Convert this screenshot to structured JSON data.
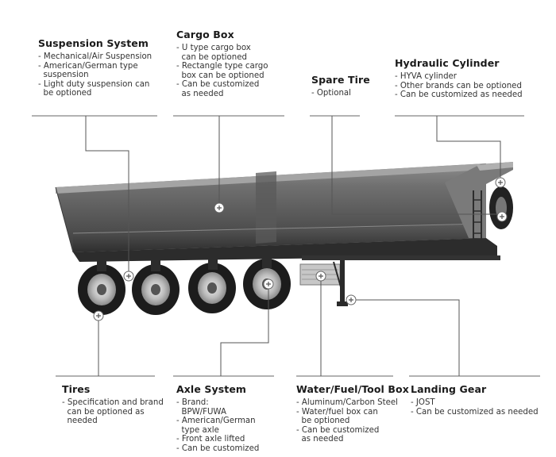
{
  "callouts": {
    "suspension": {
      "title": "Suspension System",
      "items": [
        "- Mechanical/Air Suspension",
        "- American/German type",
        "  suspension",
        "- Light duty suspension can",
        "  be optioned"
      ]
    },
    "cargo_box": {
      "title": "Cargo Box",
      "items": [
        "- U type cargo box",
        "  can be optioned",
        "- Rectangle type cargo",
        "  box can be optioned",
        "- Can be customized",
        "  as needed"
      ]
    },
    "spare_tire": {
      "title": "Spare Tire",
      "items": [
        "- Optional"
      ]
    },
    "hydraulic_cylinder": {
      "title": "Hydraulic Cylinder",
      "items": [
        "- HYVA cylinder",
        "- Other brands can be optioned",
        "- Can be customized as needed"
      ]
    },
    "tires": {
      "title": "Tires",
      "items": [
        "- Specification and brand",
        "  can be optioned as",
        "  needed"
      ]
    },
    "axle_system": {
      "title": "Axle System",
      "items": [
        "- Brand:",
        "  BPW/FUWA",
        "- American/German",
        "  type axle",
        "- Front axle lifted",
        "- Can be customized"
      ]
    },
    "tool_box": {
      "title": "Water/Fuel/Tool Box",
      "items": [
        "- Aluminum/Carbon Steel",
        "- Water/fuel box can",
        "  be optioned",
        "- Can be customized",
        "  as needed"
      ]
    },
    "landing_gear": {
      "title": "Landing Gear",
      "items": [
        "- JOST",
        "- Can be customized as needed"
      ]
    }
  },
  "colors": {
    "body_dark": "#3d3d3d",
    "body_mid": "#6e6e6e",
    "body_light": "#9a9a9a",
    "line": "#555555",
    "tire": "#1c1c1c",
    "hub": "#cfcfcf"
  }
}
